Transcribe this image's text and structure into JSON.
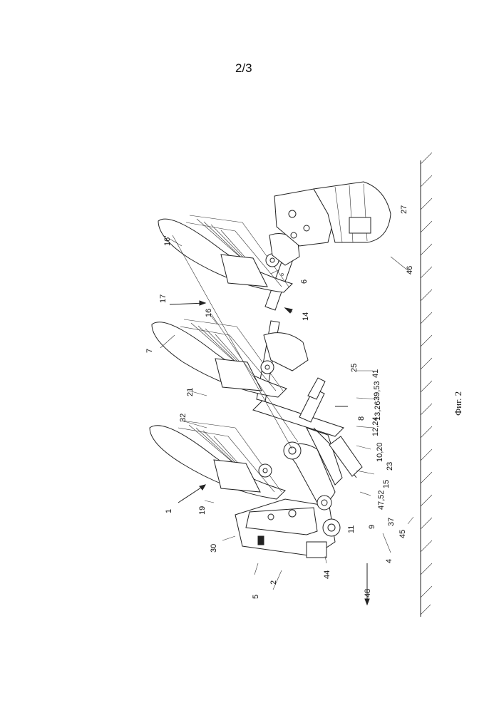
{
  "page_number": "2/3",
  "figure_caption": "Фиг. 2",
  "reference_labels": {
    "l1": "1",
    "l2": "2",
    "l4": "4",
    "l5": "5",
    "l6": "6",
    "l7": "7",
    "l8": "8",
    "l9": "9",
    "l11": "11",
    "l14": "14",
    "l15": "15",
    "l16": "16",
    "l16p": "16'",
    "l17": "17",
    "l19": "19",
    "l21": "21",
    "l23": "23",
    "l25": "25",
    "l27": "27",
    "l30": "30",
    "l32": "32",
    "l37": "37",
    "l41": "41",
    "l44": "44",
    "l45": "45",
    "l46": "46",
    "l48": "48",
    "l1020": "10,20",
    "l1224": "12,24",
    "l1326": "13,26",
    "l3953": "39,53",
    "l4752": "47,52"
  }
}
